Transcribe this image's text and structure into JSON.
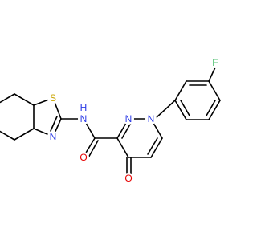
{
  "molecule": {
    "colors": {
      "bond": "#000000",
      "N": "#2C3BE6",
      "O": "#E60000",
      "S": "#C9A400",
      "F": "#22B14C"
    },
    "labels": {
      "F": "F",
      "N1": "N",
      "N2": "N",
      "O_ketone": "O",
      "O_amide": "O",
      "NH": "N",
      "H": "H",
      "S": "S",
      "N_thiazole": "N"
    }
  }
}
